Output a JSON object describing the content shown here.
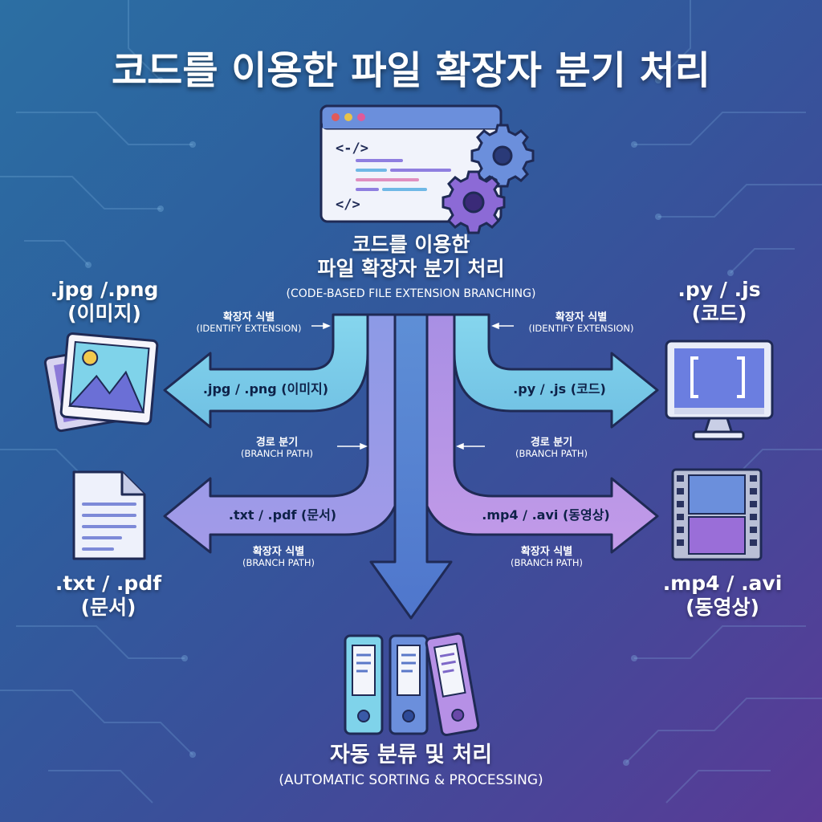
{
  "title": "코드를 이용한 파일 확장자 분기 처리",
  "center": {
    "line1": "코드를 이용한",
    "line2": "파일 확장자 분기 처리",
    "subtitle": "(CODE-BASED FILE EXTENSION BRANCHING)"
  },
  "branches": {
    "image": {
      "label_line1": ".jpg /.png",
      "label_line2": "(이미지)",
      "arrow_text": ".jpg / .png (이미지)"
    },
    "code": {
      "label_line1": ".py / .js",
      "label_line2": "(코드)",
      "arrow_text": ".py / .js (코드)"
    },
    "doc": {
      "label_line1": ".txt / .pdf",
      "label_line2": "(문서)",
      "arrow_text": ".txt / .pdf (문서)"
    },
    "video": {
      "label_line1": ".mp4 / .avi",
      "label_line2": "(동영상)",
      "arrow_text": ".mp4 / .avi (동영상)"
    }
  },
  "annotations": {
    "top_left": {
      "kr": "확장자 식별",
      "en": "(IDENTIFY EXTENSION)"
    },
    "top_right": {
      "kr": "확장자 식별",
      "en": "(IDENTIFY EXTENSION)"
    },
    "mid_left": {
      "kr": "경로 분기",
      "en": "(BRANCH PATH)"
    },
    "mid_right": {
      "kr": "경로 분기",
      "en": "(BRANCH PATH)"
    },
    "bot_left": {
      "kr": "확장자 식별",
      "en": "(BRANCH PATH)"
    },
    "bot_right": {
      "kr": "확장자 식별",
      "en": "(BRANCH PATH)"
    }
  },
  "bottom": {
    "title": "자동 분류 및 처리",
    "subtitle": "(AUTOMATIC SORTING & PROCESSING)"
  },
  "code_window": {
    "tag_top": "<-/>",
    "tag_bottom": "</>"
  },
  "colors": {
    "bg_start": "#2c6fa3",
    "bg_end": "#5a3a96",
    "arrow_cyan": "#7fd3ea",
    "arrow_blue": "#6b8fdc",
    "arrow_lavender": "#9c98e8",
    "arrow_purple": "#b690e6",
    "outline": "#1f2a55"
  },
  "icons": [
    "code-window-icon",
    "gear-icon",
    "photo-stack-icon",
    "monitor-icon",
    "document-icon",
    "film-strip-icon",
    "binder-icon"
  ]
}
